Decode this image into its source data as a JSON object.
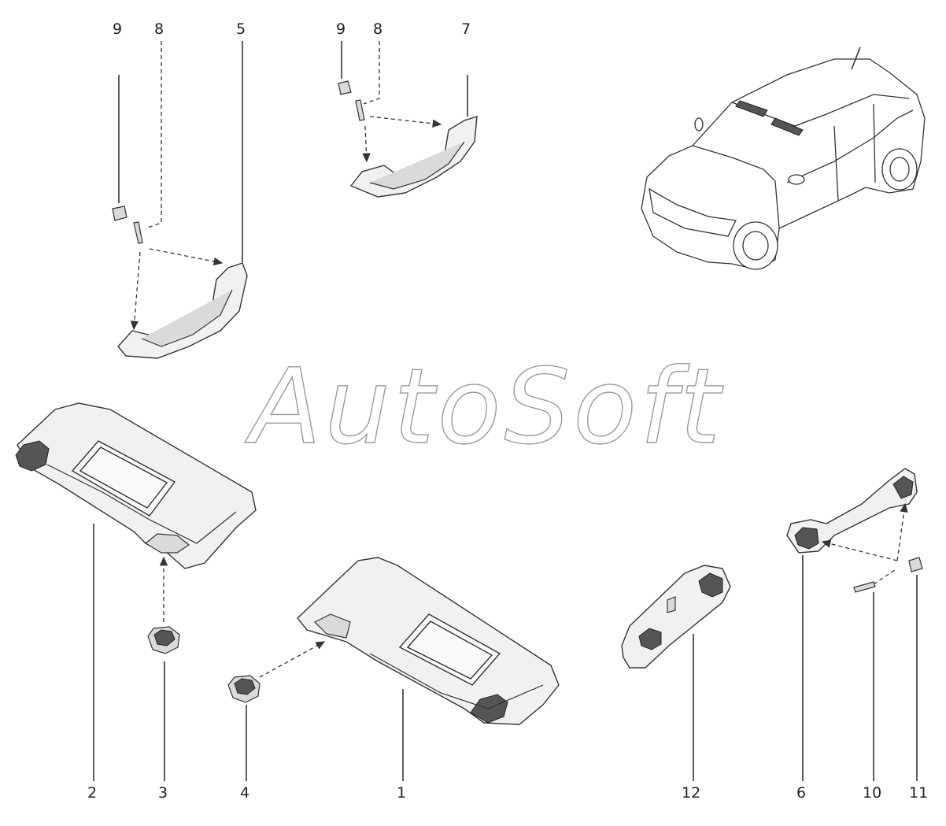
{
  "watermark": "AutoSoft",
  "callouts": {
    "c1": "1",
    "c2": "2",
    "c3": "3",
    "c4": "4",
    "c5": "5",
    "c6": "6",
    "c7": "7",
    "c8a": "8",
    "c8b": "8",
    "c9a": "9",
    "c9b": "9",
    "c10": "10",
    "c11": "11",
    "c12": "12"
  }
}
